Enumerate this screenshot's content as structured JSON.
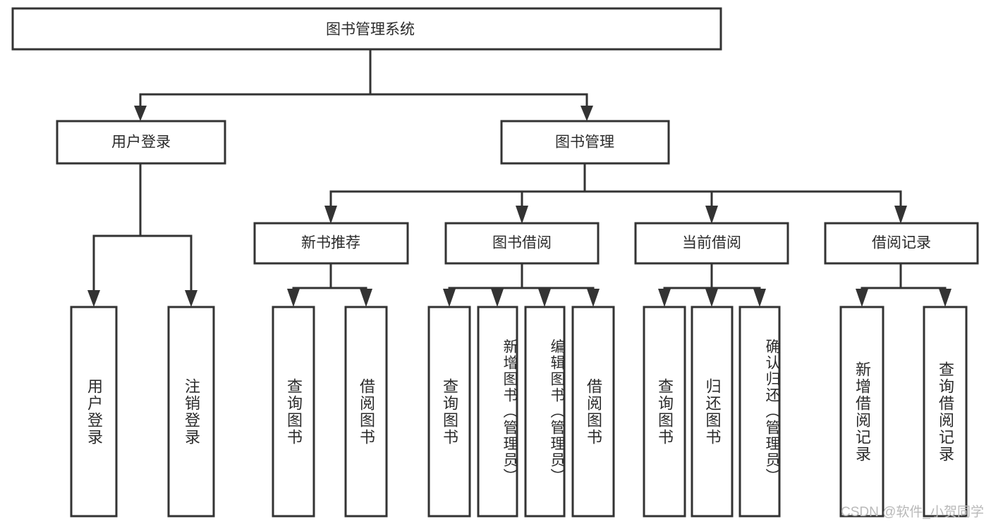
{
  "diagram": {
    "title": "图书管理系统",
    "type": "hierarchy-tree",
    "root": {
      "id": "root",
      "label": "图书管理系统",
      "level": 0
    },
    "level1": [
      {
        "id": "user-login",
        "label": "用户登录"
      },
      {
        "id": "book-manage",
        "label": "图书管理"
      }
    ],
    "level2": [
      {
        "id": "new-book-recommend",
        "label": "新书推荐",
        "parent": "book-manage"
      },
      {
        "id": "book-borrow",
        "label": "图书借阅",
        "parent": "book-manage"
      },
      {
        "id": "current-borrow",
        "label": "当前借阅",
        "parent": "book-manage"
      },
      {
        "id": "borrow-record",
        "label": "借阅记录",
        "parent": "book-manage"
      }
    ],
    "leaves": [
      {
        "id": "leaf-user-login",
        "label": "用户登录",
        "parent": "user-login"
      },
      {
        "id": "leaf-logout",
        "label": "注销登录",
        "parent": "user-login"
      },
      {
        "id": "leaf-query-book-1",
        "label": "查询图书",
        "parent": "new-book-recommend"
      },
      {
        "id": "leaf-borrow-book-1",
        "label": "借阅图书",
        "parent": "new-book-recommend"
      },
      {
        "id": "leaf-query-book-2",
        "label": "查询图书",
        "parent": "book-borrow"
      },
      {
        "id": "leaf-add-book",
        "label": "新增图书（管理员）",
        "parent": "book-borrow"
      },
      {
        "id": "leaf-edit-book",
        "label": "编辑图书（管理员）",
        "parent": "book-borrow"
      },
      {
        "id": "leaf-borrow-book-2",
        "label": "借阅图书",
        "parent": "book-borrow"
      },
      {
        "id": "leaf-query-book-3",
        "label": "查询图书",
        "parent": "current-borrow"
      },
      {
        "id": "leaf-return-book",
        "label": "归还图书",
        "parent": "current-borrow"
      },
      {
        "id": "leaf-confirm-return",
        "label": "确认归还（管理员）",
        "parent": "current-borrow"
      },
      {
        "id": "leaf-add-record",
        "label": "新增借阅记录",
        "parent": "borrow-record"
      },
      {
        "id": "leaf-query-record",
        "label": "查询借阅记录",
        "parent": "borrow-record"
      }
    ],
    "colors": {
      "background": "#ffffff",
      "box_fill": "#ffffff",
      "box_stroke": "#333333",
      "text": "#2b2b2b",
      "watermark": "#b9b9b9"
    }
  },
  "watermark": {
    "text": "CSDN @软件_小贺同学"
  }
}
